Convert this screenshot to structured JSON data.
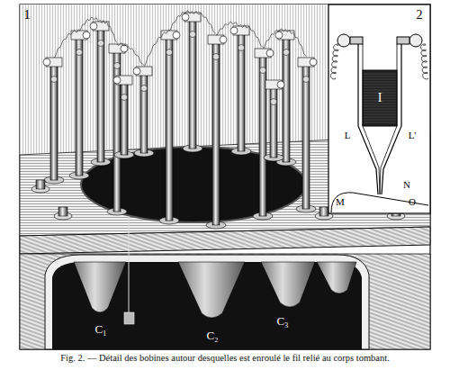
{
  "diagram": {
    "caption": "Fig. 2. — Détail des bobines autour desquelles est enroulé le fil relié au corps tombant.",
    "labels": [
      "1",
      "2",
      "I",
      "L",
      "L'",
      "N",
      "M",
      "O",
      "C₁",
      "C₂",
      "C₃"
    ]
  }
}
